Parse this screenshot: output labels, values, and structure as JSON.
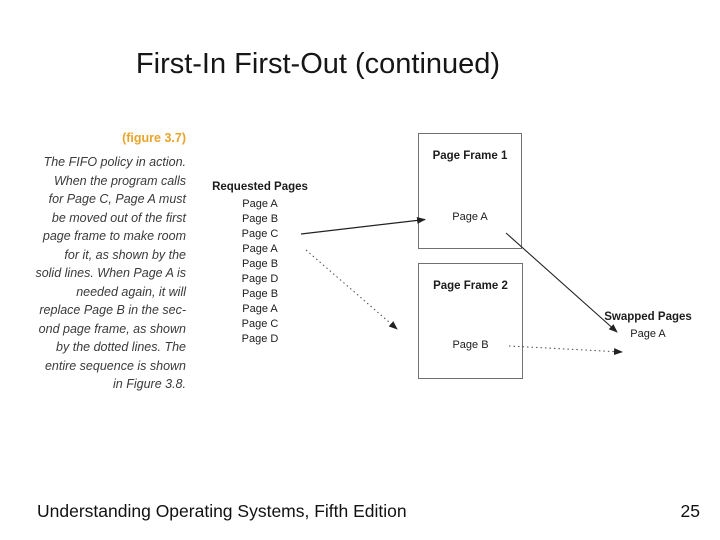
{
  "slide": {
    "title": "First-In First-Out (continued)",
    "footer": {
      "book": "Understanding Operating Systems, Fifth Edition",
      "page_number": "25"
    }
  },
  "figure": {
    "label": "(figure 3.7)",
    "label_color": "#E9A42B",
    "caption_lines": [
      "The FIFO policy in action.",
      "When the program calls",
      "for Page C, Page A must",
      "be moved out of the first",
      "page frame to make room",
      "for it, as shown by the",
      "solid lines. When Page A is",
      "needed again, it will",
      "replace Page B in the sec-",
      "ond page frame, as shown",
      "by the dotted lines. The",
      "entire sequence is shown",
      "in Figure 3.8."
    ]
  },
  "diagram": {
    "requested_pages": {
      "header": "Requested Pages",
      "items": [
        "Page A",
        "Page B",
        "Page C",
        "Page A",
        "Page B",
        "Page D",
        "Page B",
        "Page A",
        "Page C",
        "Page D"
      ]
    },
    "page_frame_1": {
      "header": "Page Frame 1",
      "content": "Page A"
    },
    "page_frame_2": {
      "header": "Page Frame 2",
      "content": "Page B"
    },
    "swapped_pages": {
      "header": "Swapped Pages",
      "content": "Page A"
    },
    "arrows": [
      {
        "from": "requested Page C",
        "to": "Page Frame 1 (Page A)",
        "style": "solid"
      },
      {
        "from": "requested Page A (2nd)",
        "to": "Page Frame 2",
        "style": "dotted"
      },
      {
        "from": "Page Frame 1 Page A",
        "to": "Swapped Pages Page A",
        "style": "solid"
      },
      {
        "from": "Page Frame 2 Page B",
        "to": "Swapped Pages",
        "style": "dotted"
      }
    ]
  }
}
